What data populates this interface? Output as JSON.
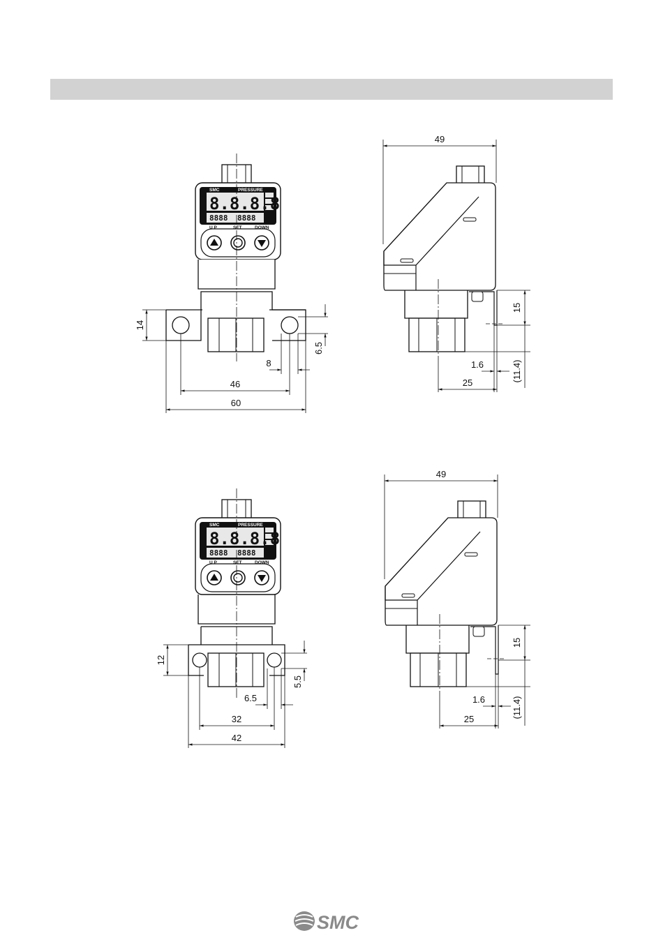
{
  "header_band": {
    "text": ""
  },
  "front_view_1": {
    "brand": "SMC",
    "model": "PRESSURE",
    "display_main": "8.8.8.8",
    "display_sub_left": "8888",
    "display_sub_right": "8888",
    "button_up": "U P",
    "button_set": "SET",
    "button_down": "DOWN",
    "dims": {
      "height": "14",
      "hole_offset": "6.5",
      "edge": "8",
      "pitch": "46",
      "width": "60"
    }
  },
  "side_view_1": {
    "dims": {
      "top_width": "49",
      "drop": "15",
      "thickness": "1.6",
      "offset": "25",
      "ref": "(11.4)"
    }
  },
  "front_view_2": {
    "brand": "SMC",
    "model": "PRESSURE",
    "display_main": "8.8.8.8",
    "display_sub_left": "8888",
    "display_sub_right": "8888",
    "button_up": "U P",
    "button_set": "SET",
    "button_down": "DOWN",
    "dims": {
      "height": "12",
      "hole_offset": "5.5",
      "edge": "6.5",
      "pitch": "32",
      "width": "42"
    }
  },
  "side_view_2": {
    "dims": {
      "top_width": "49",
      "drop": "15",
      "thickness": "1.6",
      "offset": "25",
      "ref": "(11.4)"
    }
  },
  "footer": {
    "logo_text": "SMC"
  }
}
